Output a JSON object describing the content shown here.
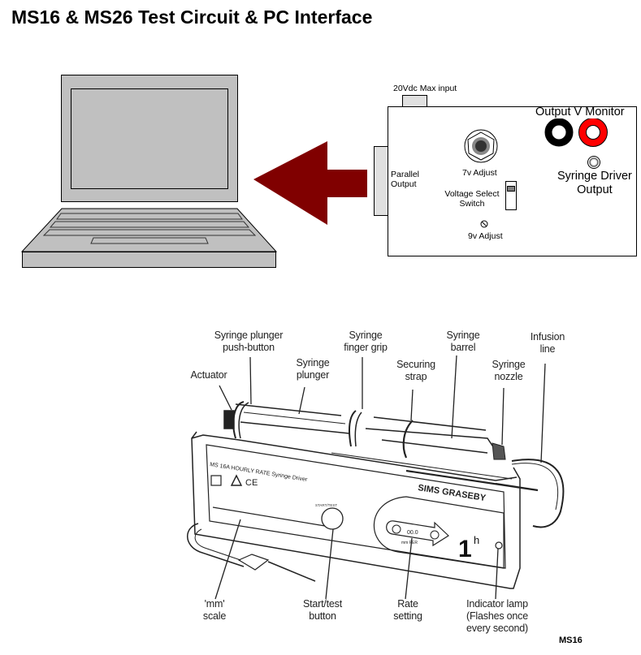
{
  "title": "MS16 & MS26 Test Circuit & PC Interface",
  "top_diagram": {
    "laptop": {
      "icon": "laptop-icon",
      "color": "#c0c0c0"
    },
    "arrow": {
      "icon": "arrow-left-icon",
      "direction": "left",
      "color": "#800000"
    },
    "test_box": {
      "power_input_label": "20Vdc Max input",
      "parallel_label_line1": "Parallel",
      "parallel_label_line2": "Output",
      "pot_7v_label": "7v Adjust",
      "switch_label_line1": "Voltage Select",
      "switch_label_line2": "Switch",
      "pot_9v_label": "9v Adjust",
      "monitor_label": "Output V Monitor",
      "monitor_terminal_colors": [
        "#000000",
        "#ff0000"
      ],
      "driver_output_line1": "Syringe Driver",
      "driver_output_line2": "Output"
    }
  },
  "device_diagram": {
    "panel_text": "MS 16A HOURLY RATE Syringe Driver",
    "brand": "SIMS GRASEBY",
    "start_test_small": "START/TEST",
    "rate_display": "1",
    "rate_unit": "h",
    "rate_window": "00.0",
    "rate_window_sub": "mm PER",
    "labels": {
      "push_button": [
        "Syringe plunger",
        "push-button"
      ],
      "actuator": [
        "Actuator"
      ],
      "plunger": [
        "Syringe",
        "plunger"
      ],
      "finger_grip": [
        "Syringe",
        "finger grip"
      ],
      "securing_strap": [
        "Securing",
        "strap"
      ],
      "barrel": [
        "Syringe",
        "barrel"
      ],
      "nozzle": [
        "Syringe",
        "nozzle"
      ],
      "infusion_line": [
        "Infusion",
        "line"
      ],
      "mm_scale": [
        "'mm'",
        "scale"
      ],
      "start_test": [
        "Start/test",
        "button"
      ],
      "rate_setting": [
        "Rate",
        "setting"
      ],
      "indicator_lamp": [
        "Indicator lamp",
        "(Flashes once",
        "every second)"
      ]
    },
    "caption": "MS16"
  }
}
